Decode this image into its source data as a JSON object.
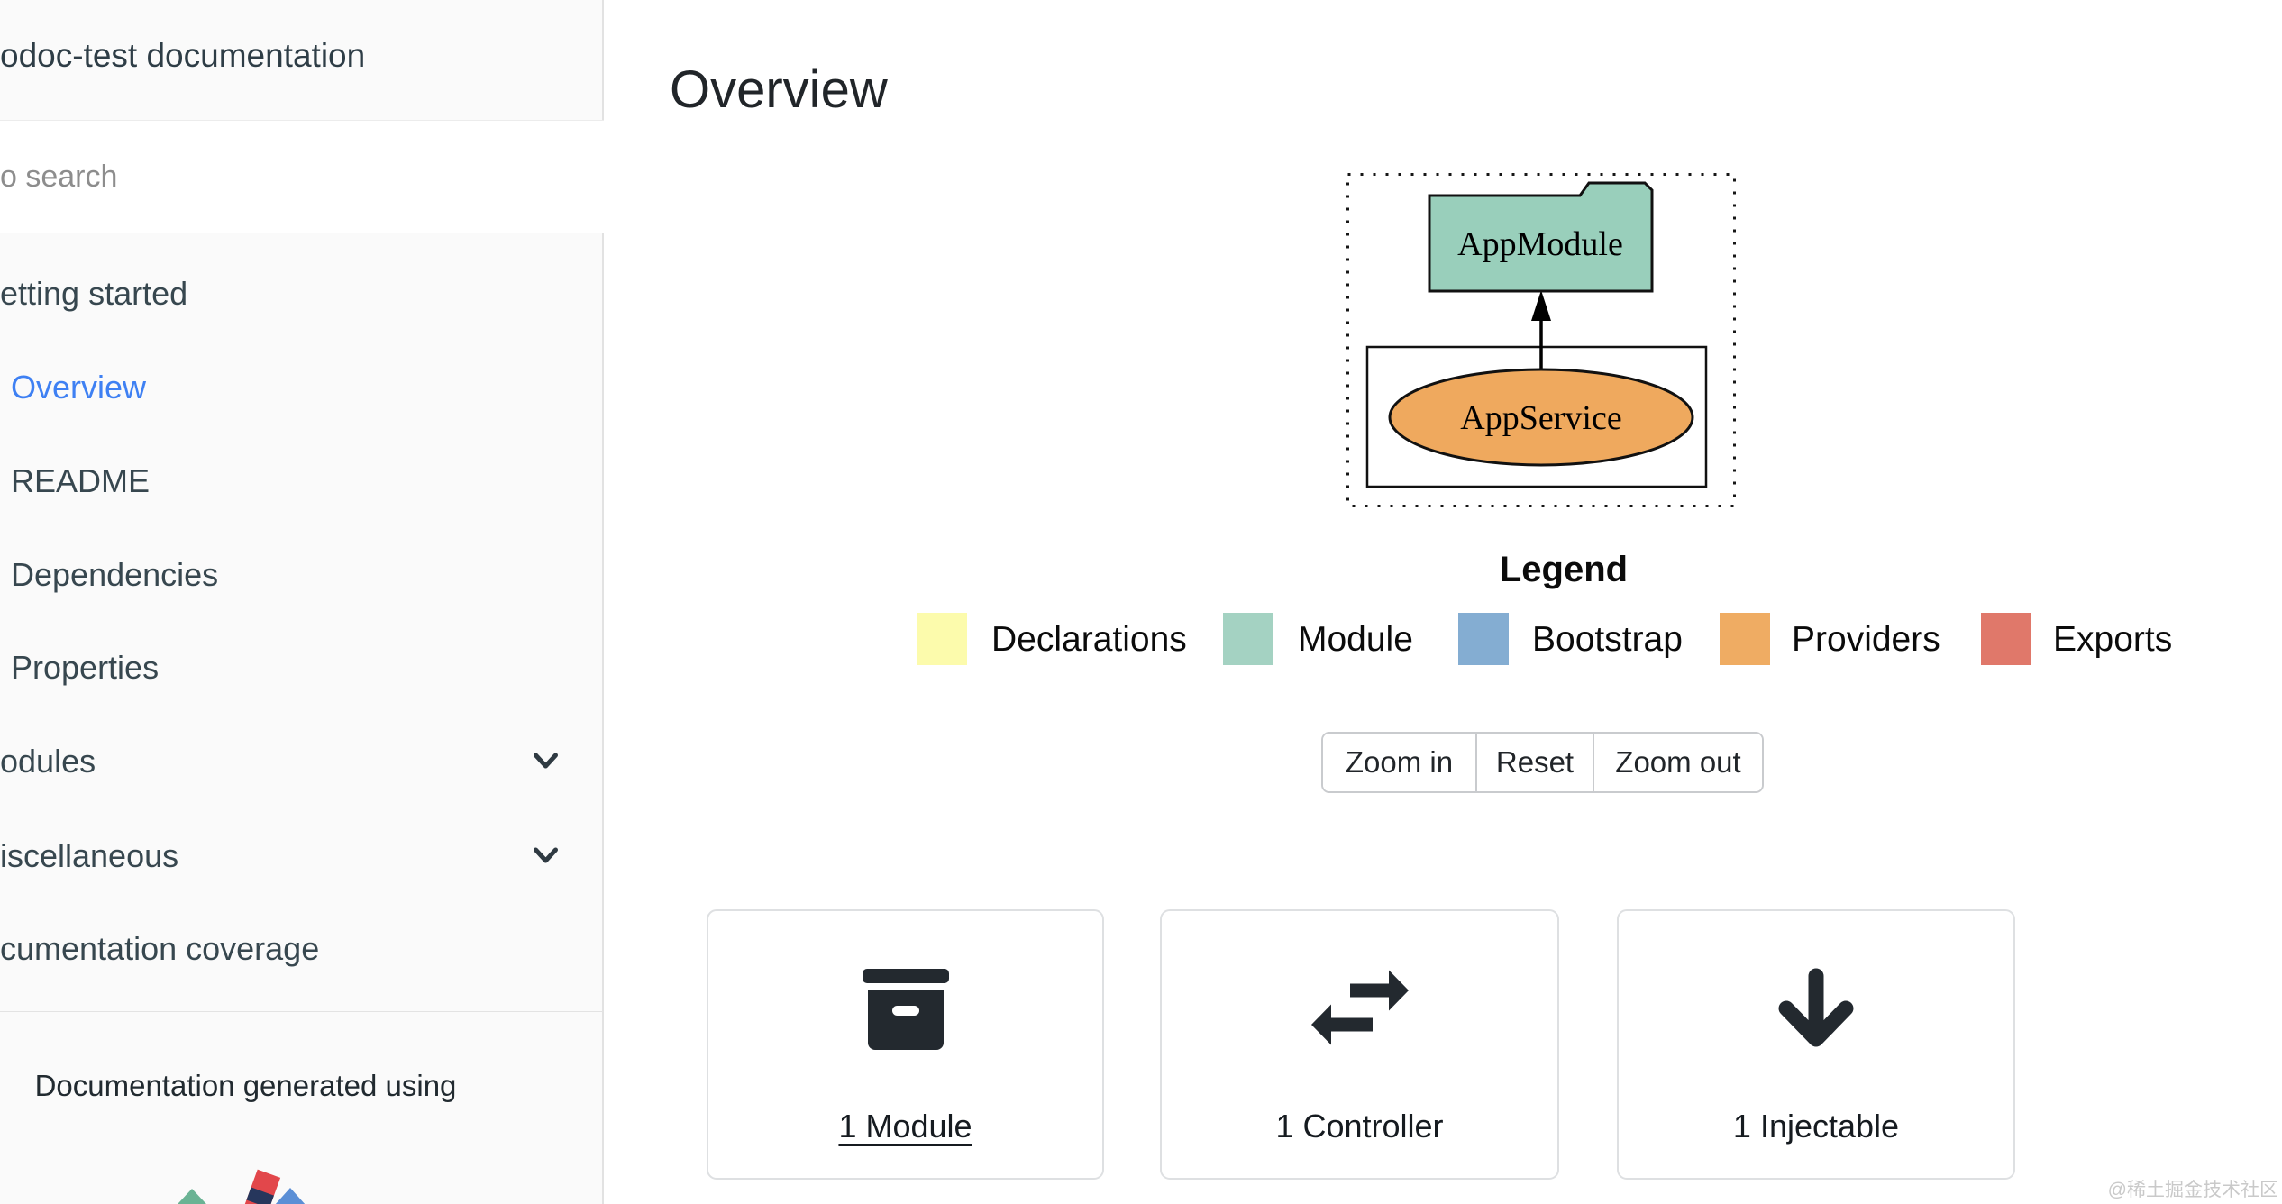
{
  "sidebar": {
    "title": "odoc-test documentation",
    "search_placeholder": "o search",
    "items": [
      {
        "label": "etting started"
      },
      {
        "label": "Overview",
        "active": true
      },
      {
        "label": "README"
      },
      {
        "label": "Dependencies"
      },
      {
        "label": "Properties"
      },
      {
        "label": "odules",
        "chevron": true
      },
      {
        "label": "iscellaneous",
        "chevron": true
      },
      {
        "label": "cumentation coverage"
      }
    ],
    "footer_text": "Documentation generated using",
    "active_color": "#3e80f3"
  },
  "main": {
    "page_title": "Overview",
    "diagram": {
      "module_node": "AppModule",
      "service_node": "AppService",
      "module_fill": "#99cfbb",
      "service_fill": "#efa95e"
    },
    "legend": {
      "title": "Legend",
      "items": [
        {
          "label": "Declarations",
          "color": "#fcfbac"
        },
        {
          "label": "Module",
          "color": "#a4d2c2"
        },
        {
          "label": "Bootstrap",
          "color": "#84add2"
        },
        {
          "label": "Providers",
          "color": "#efac63"
        },
        {
          "label": "Exports",
          "color": "#e0786a"
        }
      ]
    },
    "toolbar": {
      "zoom_in": "Zoom in",
      "reset": "Reset",
      "zoom_out": "Zoom out"
    },
    "stats": [
      {
        "label": "1 Module",
        "icon": "archive-icon"
      },
      {
        "label": "1 Controller",
        "icon": "arrows-left-right-icon"
      },
      {
        "label": "1 Injectable",
        "icon": "arrow-down-icon"
      }
    ]
  },
  "watermark": "@稀土掘金技术社区"
}
